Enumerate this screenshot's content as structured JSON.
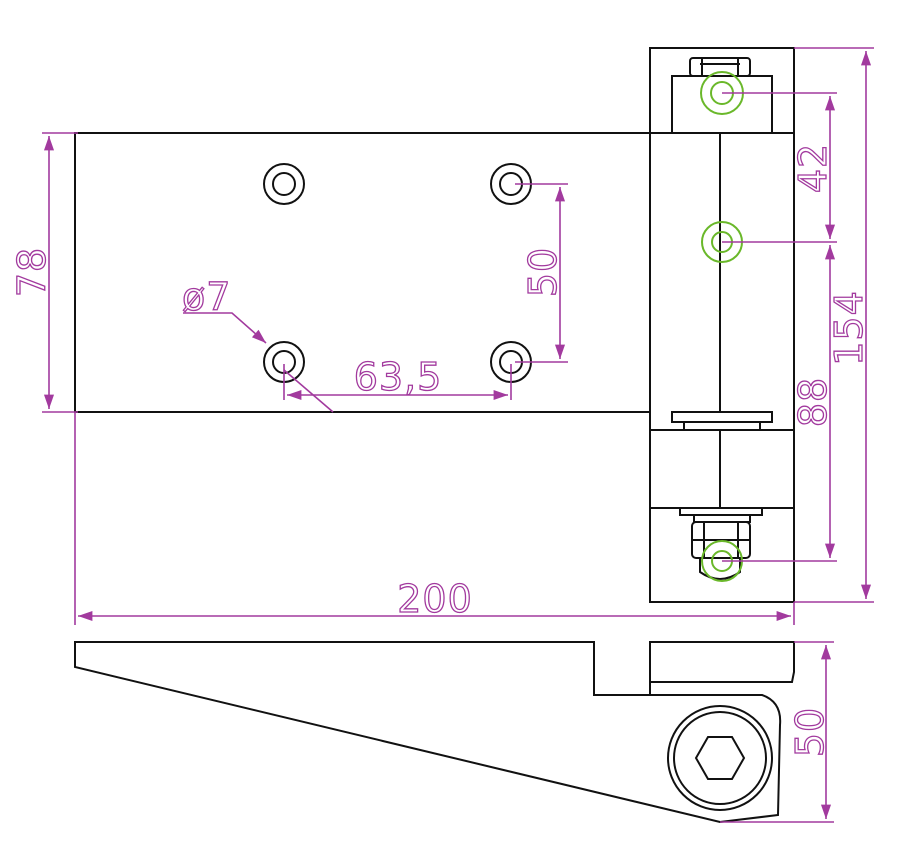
{
  "colors": {
    "outline": "#111111",
    "dimension": "#a23a9e",
    "highlight": "#6ab82a"
  },
  "dimensions": {
    "plate_height": "78",
    "hole_spacing_vertical": "50",
    "hole_diameter": "ø7",
    "hole_spacing_horizontal": "63,5",
    "overall_width": "200",
    "top_to_pin_center": "42",
    "pin_to_bottom_bolt": "88",
    "overall_height": "154",
    "side_view_height": "50"
  }
}
